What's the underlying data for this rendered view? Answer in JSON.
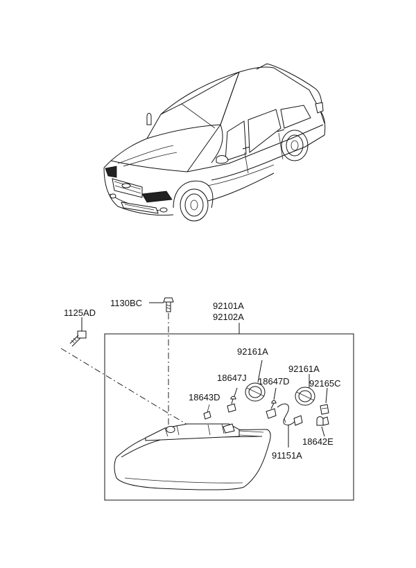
{
  "callouts": {
    "bolt_left": "1125AD",
    "screw_top": "1130BC",
    "assembly_lh": "92101A",
    "assembly_rh": "92102A",
    "socket_left": "92161A",
    "socket_right": "92161A",
    "bulb_18647J": "18647J",
    "bulb_18647D": "18647D",
    "bulb_18643D": "18643D",
    "cap_92165C": "92165C",
    "bulb_18642E": "18642E",
    "harness": "91151A"
  }
}
